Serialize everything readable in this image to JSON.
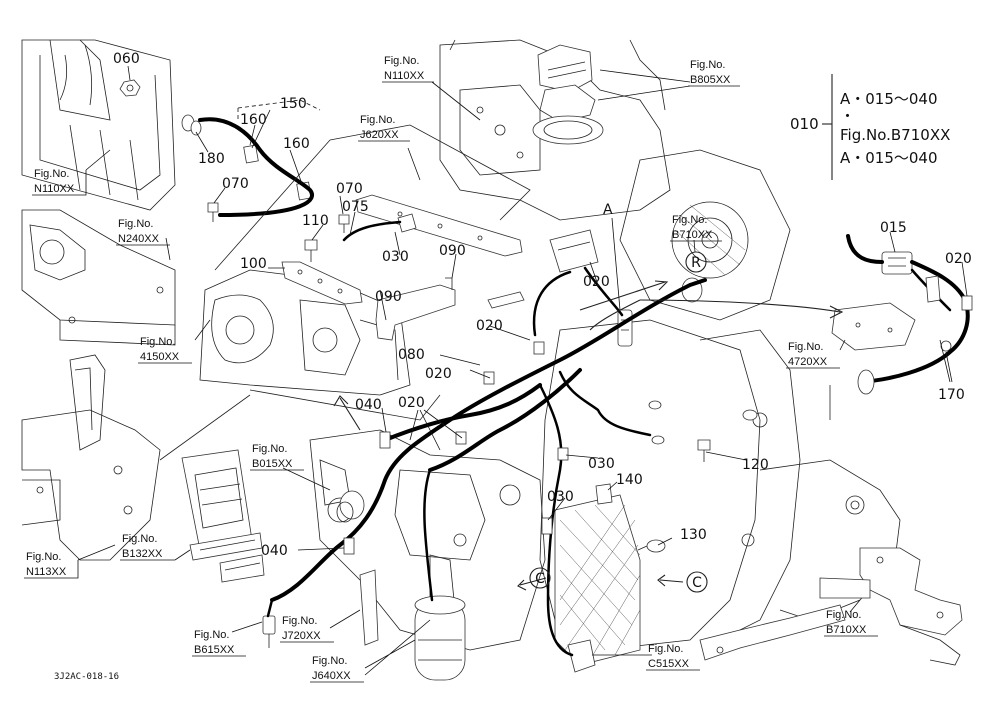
{
  "drawing_code": "3J2AC-018-16",
  "legend": {
    "number": "010",
    "line1": "A・015～040",
    "dot": "・",
    "line2": "Fig.No.B710XX",
    "line3": "A・015～040"
  },
  "callouts": {
    "p060": "060",
    "p150": "150",
    "p160a": "160",
    "p160b": "160",
    "p180": "180",
    "p070a": "070",
    "p070b": "070",
    "p075": "075",
    "p110": "110",
    "p030a": "030",
    "p090a": "090",
    "p100": "100",
    "p090b": "090",
    "p020a": "020",
    "p020b": "020",
    "p020c": "020",
    "p080": "080",
    "p040a": "040",
    "p020d": "020",
    "p030b": "030",
    "p030c": "030",
    "p140": "140",
    "p120": "120",
    "p130": "130",
    "p040b": "040",
    "p015": "015",
    "p020e": "020",
    "p170": "170",
    "ptA": "A"
  },
  "markers": {
    "R": "R",
    "C1": "C",
    "C2": "C"
  },
  "figure_refs": {
    "f_n110_top": [
      "Fig.No.",
      "N110XX"
    ],
    "f_b805": [
      "Fig.No.",
      "B805XX"
    ],
    "f_j620": [
      "Fig.No.",
      "J620XX"
    ],
    "f_n110_left": [
      "Fig.No.",
      "N110XX"
    ],
    "f_n240": [
      "Fig.No.",
      "N240XX"
    ],
    "f_b710_mid": [
      "Fig.No.",
      "B710XX"
    ],
    "f_4150": [
      "Fig.No.",
      "4150XX"
    ],
    "f_4720": [
      "Fig.No.",
      "4720XX"
    ],
    "f_b015": [
      "Fig.No.",
      "B015XX"
    ],
    "f_b132": [
      "Fig.No.",
      "B132XX"
    ],
    "f_n113": [
      "Fig.No.",
      "N113XX"
    ],
    "f_b615": [
      "Fig.No.",
      "B615XX"
    ],
    "f_j720": [
      "Fig.No.",
      "J720XX"
    ],
    "f_j640": [
      "Fig.No.",
      "J640XX"
    ],
    "f_c515": [
      "Fig.No.",
      "C515XX"
    ],
    "f_b710_right": [
      "Fig.No.",
      "B710XX"
    ]
  }
}
